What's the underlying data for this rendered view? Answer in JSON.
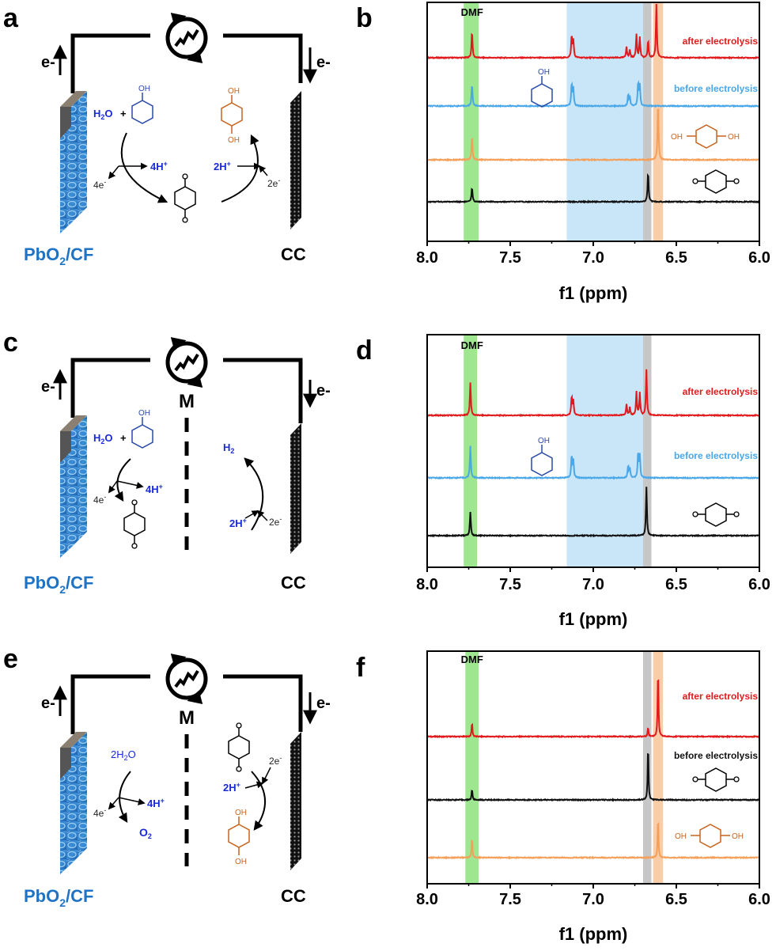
{
  "panel_labels": [
    "a",
    "b",
    "c",
    "d",
    "e",
    "f"
  ],
  "colors": {
    "red": "#e31a1c",
    "lightblue": "#4aa8e8",
    "orange": "#f5a05a",
    "black": "#111111",
    "dmf_band": "#8ee27e",
    "phenol_band": "#bfe1f7",
    "bq_band": "#bdbdbd",
    "hq_band": "#f9c49a",
    "electrode_blue": "#1f73c4",
    "chem_blue": "#1a2ad6",
    "phenol_struct": "#2a4aa8",
    "hq_struct": "#c8641e"
  },
  "schemes": [
    {
      "id": "a",
      "anode_label": "PbO2/CF",
      "cathode_label": "CC",
      "electron_left": "e-",
      "electron_right": "e-",
      "membrane": "",
      "icon": "power-plug-icon",
      "water": "H2O",
      "plus": "+",
      "anode_product_protons": "4H+",
      "anode_electrons": "4e-",
      "cathode_protons": "2H+",
      "cathode_electrons": "2e-",
      "oh_label": "OH"
    },
    {
      "id": "c",
      "anode_label": "PbO2/CF",
      "cathode_label": "CC",
      "electron_left": "e-",
      "electron_right": "e-",
      "membrane": "M",
      "icon": "power-plug-icon",
      "water": "H2O",
      "plus": "+",
      "anode_product_protons": "4H+",
      "anode_electrons": "4e-",
      "cathode_product": "H2",
      "cathode_protons": "2H+",
      "cathode_electrons": "2e-",
      "oh_label": "OH"
    },
    {
      "id": "e",
      "anode_label": "PbO2/CF",
      "cathode_label": "CC",
      "electron_left": "e-",
      "electron_right": "e-",
      "membrane": "M",
      "icon": "power-plug-icon",
      "water": "2H2O",
      "anode_product_protons": "4H+",
      "anode_electrons": "4e-",
      "anode_gas": "O2",
      "cathode_protons": "2H+",
      "cathode_electrons": "2e-",
      "oh_label": "OH"
    }
  ],
  "chart_data": [
    {
      "id": "b",
      "type": "line",
      "xlabel": "f1 (ppm)",
      "xlim": [
        8.0,
        6.0
      ],
      "xticks": [
        "8.0",
        "7.5",
        "7.0",
        "6.5",
        "6.0"
      ],
      "annotation": "DMF",
      "bands": [
        {
          "from": 7.78,
          "to": 7.69,
          "color": "#8ee27e"
        },
        {
          "from": 7.16,
          "to": 6.7,
          "color": "#bfe1f7"
        },
        {
          "from": 6.7,
          "to": 6.65,
          "color": "#bdbdbd"
        },
        {
          "from": 6.64,
          "to": 6.58,
          "color": "#f9c49a"
        }
      ],
      "series": [
        {
          "name": "after electrolysis",
          "color": "#e31a1c",
          "peaks": [
            [
              7.73,
              34
            ],
            [
              7.13,
              28
            ],
            [
              7.12,
              22
            ],
            [
              6.8,
              14
            ],
            [
              6.78,
              10
            ],
            [
              6.74,
              30
            ],
            [
              6.72,
              26
            ],
            [
              6.67,
              22
            ],
            [
              6.62,
              68
            ]
          ]
        },
        {
          "name": "before electrolysis",
          "color": "#4aa8e8",
          "peaks": [
            [
              7.73,
              28
            ],
            [
              7.13,
              28
            ],
            [
              7.12,
              22
            ],
            [
              6.79,
              14
            ],
            [
              6.78,
              12
            ],
            [
              6.73,
              30
            ],
            [
              6.72,
              26
            ]
          ]
        },
        {
          "name": "",
          "color": "#f5a05a",
          "peaks": [
            [
              7.73,
              30
            ],
            [
              6.61,
              74
            ]
          ]
        },
        {
          "name": "",
          "color": "#111111",
          "peaks": [
            [
              7.73,
              18
            ],
            [
              6.67,
              38
            ]
          ]
        }
      ]
    },
    {
      "id": "d",
      "type": "line",
      "xlabel": "f1 (ppm)",
      "xlim": [
        8.0,
        6.0
      ],
      "xticks": [
        "8.0",
        "7.5",
        "7.0",
        "6.5",
        "6.0"
      ],
      "annotation": "DMF",
      "bands": [
        {
          "from": 7.78,
          "to": 7.7,
          "color": "#8ee27e"
        },
        {
          "from": 7.16,
          "to": 6.7,
          "color": "#bfe1f7"
        },
        {
          "from": 6.7,
          "to": 6.65,
          "color": "#bdbdbd"
        }
      ],
      "series": [
        {
          "name": "after electrolysis",
          "color": "#e31a1c",
          "peaks": [
            [
              7.74,
              42
            ],
            [
              7.13,
              24
            ],
            [
              7.12,
              18
            ],
            [
              6.8,
              14
            ],
            [
              6.78,
              10
            ],
            [
              6.74,
              30
            ],
            [
              6.72,
              28
            ],
            [
              6.68,
              58
            ]
          ]
        },
        {
          "name": "before electrolysis",
          "color": "#4aa8e8",
          "peaks": [
            [
              7.74,
              40
            ],
            [
              7.13,
              28
            ],
            [
              7.12,
              22
            ],
            [
              6.79,
              16
            ],
            [
              6.78,
              12
            ],
            [
              6.73,
              32
            ],
            [
              6.72,
              28
            ]
          ]
        },
        {
          "name": "",
          "color": "#111111",
          "peaks": [
            [
              7.74,
              30
            ],
            [
              6.68,
              62
            ]
          ]
        }
      ]
    },
    {
      "id": "f",
      "type": "line",
      "xlabel": "f1 (ppm)",
      "xlim": [
        8.0,
        6.0
      ],
      "xticks": [
        "8.0",
        "7.5",
        "7.0",
        "6.5",
        "6.0"
      ],
      "annotation": "DMF",
      "bands": [
        {
          "from": 7.77,
          "to": 7.69,
          "color": "#8ee27e"
        },
        {
          "from": 6.7,
          "to": 6.65,
          "color": "#bdbdbd"
        },
        {
          "from": 6.64,
          "to": 6.58,
          "color": "#f9c49a"
        }
      ],
      "series": [
        {
          "name": "after electrolysis",
          "color": "#e31a1c",
          "peaks": [
            [
              7.73,
              18
            ],
            [
              6.67,
              12
            ],
            [
              6.61,
              86
            ]
          ]
        },
        {
          "name": "before electrolysis",
          "color": "#111111",
          "peaks": [
            [
              7.73,
              14
            ],
            [
              6.67,
              70
            ]
          ]
        },
        {
          "name": "",
          "color": "#f5a05a",
          "peaks": [
            [
              7.73,
              26
            ],
            [
              6.61,
              52
            ]
          ]
        }
      ]
    }
  ]
}
